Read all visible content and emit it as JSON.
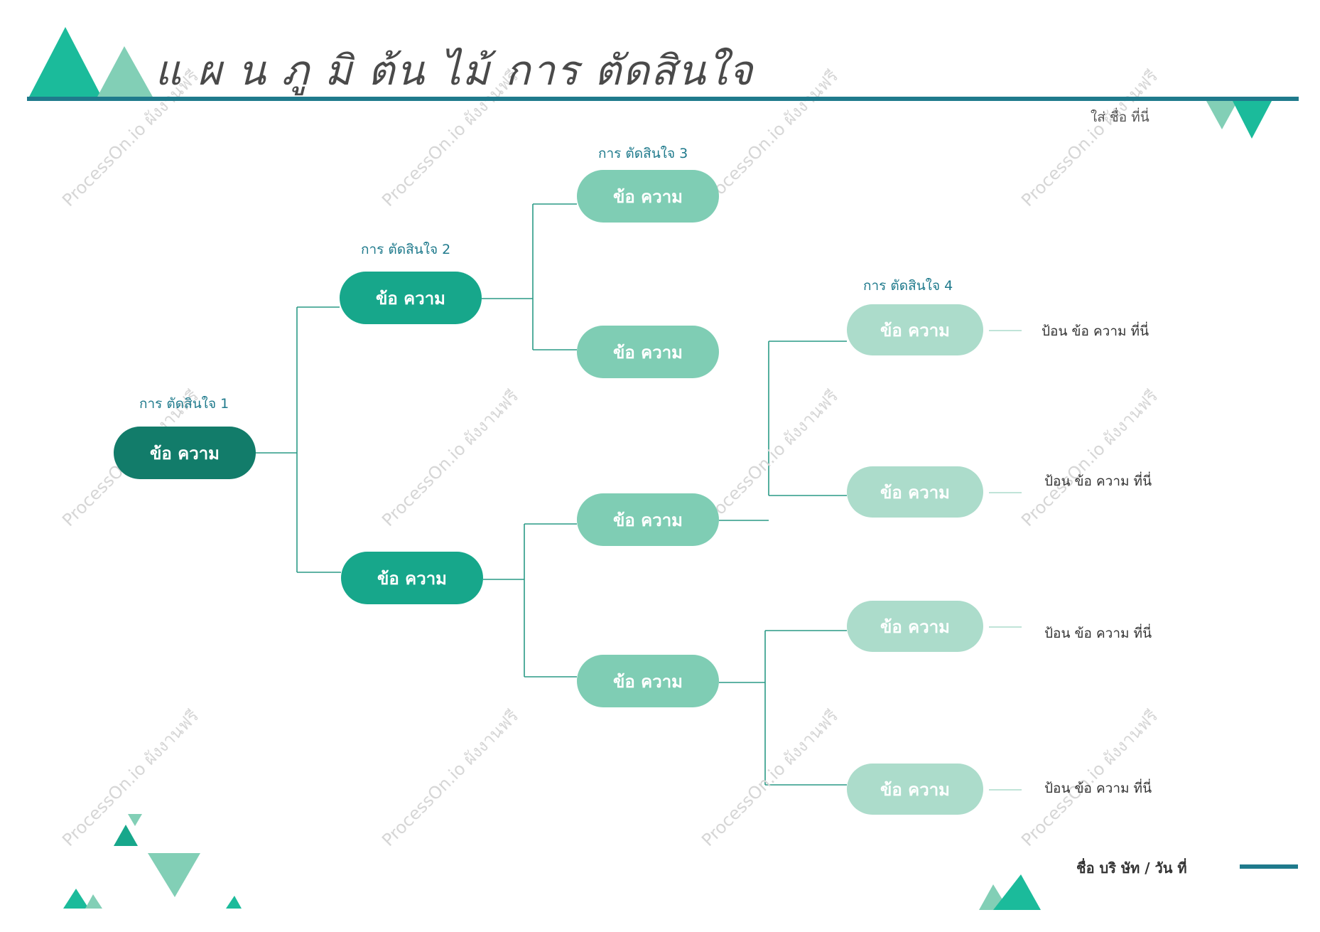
{
  "title": "แ ผ น ภู มิ ต้น ไม้ การ ตัดสินใจ",
  "name_placeholder": "ใส่ ชื่อ ที่นี่",
  "footer": "ชื่อ บริ ษัท  / วัน ที่",
  "watermark": "ProcessOn.io ผังงานฟรี",
  "colors": {
    "accent": "#1f7a8c",
    "level1": "#127c6a",
    "level2": "#17a78b",
    "level3": "#7fcdb4",
    "level4": "#acdccb",
    "connector": "#2a9a86"
  },
  "levels": [
    {
      "label": "การ ตัดสินใจ  1"
    },
    {
      "label": "การ ตัดสินใจ  2"
    },
    {
      "label": "การ ตัดสินใจ  3"
    },
    {
      "label": "การ ตัดสินใจ   4"
    }
  ],
  "nodes": {
    "root": {
      "text": "ข้อ ความ"
    },
    "l2_top": {
      "text": "ข้อ ความ"
    },
    "l2_bottom": {
      "text": "ข้อ ความ"
    },
    "l3_a": {
      "text": "ข้อ ความ"
    },
    "l3_b": {
      "text": "ข้อ ความ"
    },
    "l3_c": {
      "text": "ข้อ ความ"
    },
    "l3_d": {
      "text": "ข้อ ความ"
    },
    "l4_a": {
      "text": "ข้อ ความ"
    },
    "l4_b": {
      "text": "ข้อ ความ"
    },
    "l4_c": {
      "text": "ข้อ ความ"
    },
    "l4_d": {
      "text": "ข้อ ความ"
    }
  },
  "leaves": [
    "ป้อน ข้อ ความ ที่นี่",
    "ป้อน ข้อ ความ ที่นี่",
    "ป้อน ข้อ ความ ที่นี่",
    "ป้อน ข้อ ความ ที่นี่"
  ]
}
